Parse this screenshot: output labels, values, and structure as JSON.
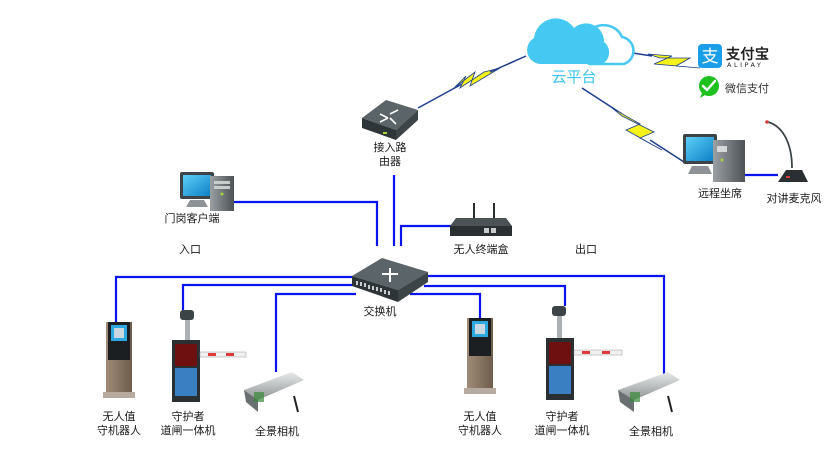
{
  "diagram": {
    "title": "停车场无人值守系统网络拓扑",
    "colors": {
      "wire": "#0a14f0",
      "cloud": "#45c8f2",
      "lightning_fill": "#f4f21a",
      "lightning_stroke": "#1c3d8c",
      "device_dark": "#3c4448",
      "monitor_screen": "#1ea6e6",
      "alipay_blue": "#1a9ee8",
      "wechat_green": "#1fc121"
    },
    "cloud": {
      "label": "云平台"
    },
    "payments": {
      "alipay": {
        "title": "支付宝",
        "subtitle": "ALIPAY",
        "icon_glyph": "支"
      },
      "wechat": {
        "label": "微信支付"
      }
    },
    "router": {
      "label_line1": "接入路",
      "label_line2": "由器"
    },
    "remote": {
      "label": "远程坐席"
    },
    "microphone": {
      "label": "对讲麦克风"
    },
    "gate_client": {
      "label": "门岗客户端"
    },
    "terminal_box": {
      "label": "无人终端盒"
    },
    "switch": {
      "label": "交换机"
    },
    "zones": {
      "entrance": "入口",
      "exit": "出口"
    },
    "entrance": {
      "robot": {
        "line1": "无人值",
        "line2": "守机器人"
      },
      "barrier": {
        "line1": "守护者",
        "line2": "道闸一体机"
      },
      "camera": {
        "label": "全景相机"
      }
    },
    "exit": {
      "robot": {
        "line1": "无人值",
        "line2": "守机器人"
      },
      "barrier": {
        "line1": "守护者",
        "line2": "道闸一体机"
      },
      "camera": {
        "label": "全景相机"
      }
    }
  }
}
